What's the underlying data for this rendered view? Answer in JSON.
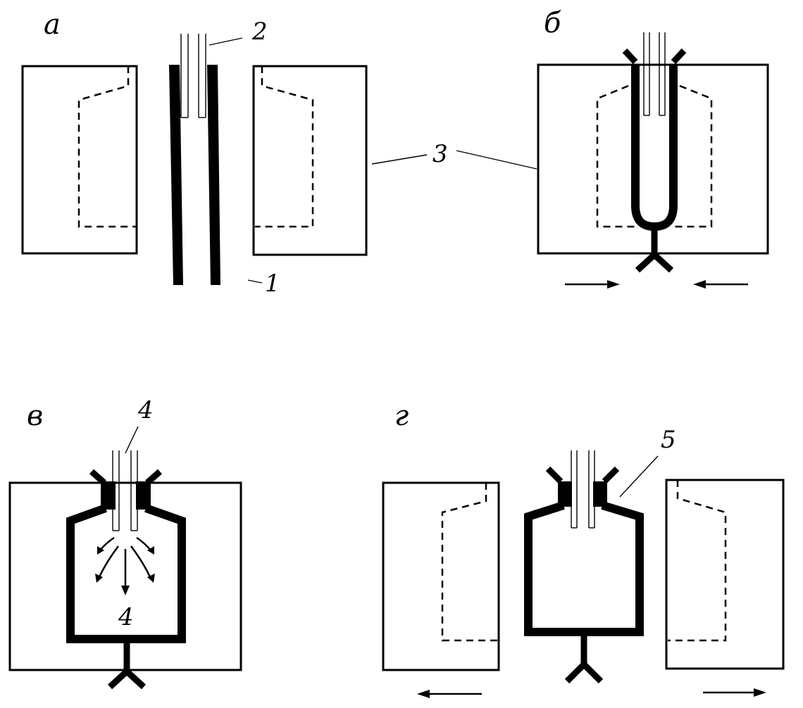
{
  "panels": {
    "a": {
      "letter": "а"
    },
    "b": {
      "letter": "б"
    },
    "v": {
      "letter": "в"
    },
    "g": {
      "letter": "г"
    }
  },
  "callouts": {
    "n1": "1",
    "n2": "2",
    "n3": "3",
    "n4_top": "4",
    "n4_inside": "4",
    "n5": "5"
  },
  "colors": {
    "ink": "#000000",
    "paper": "#ffffff"
  }
}
